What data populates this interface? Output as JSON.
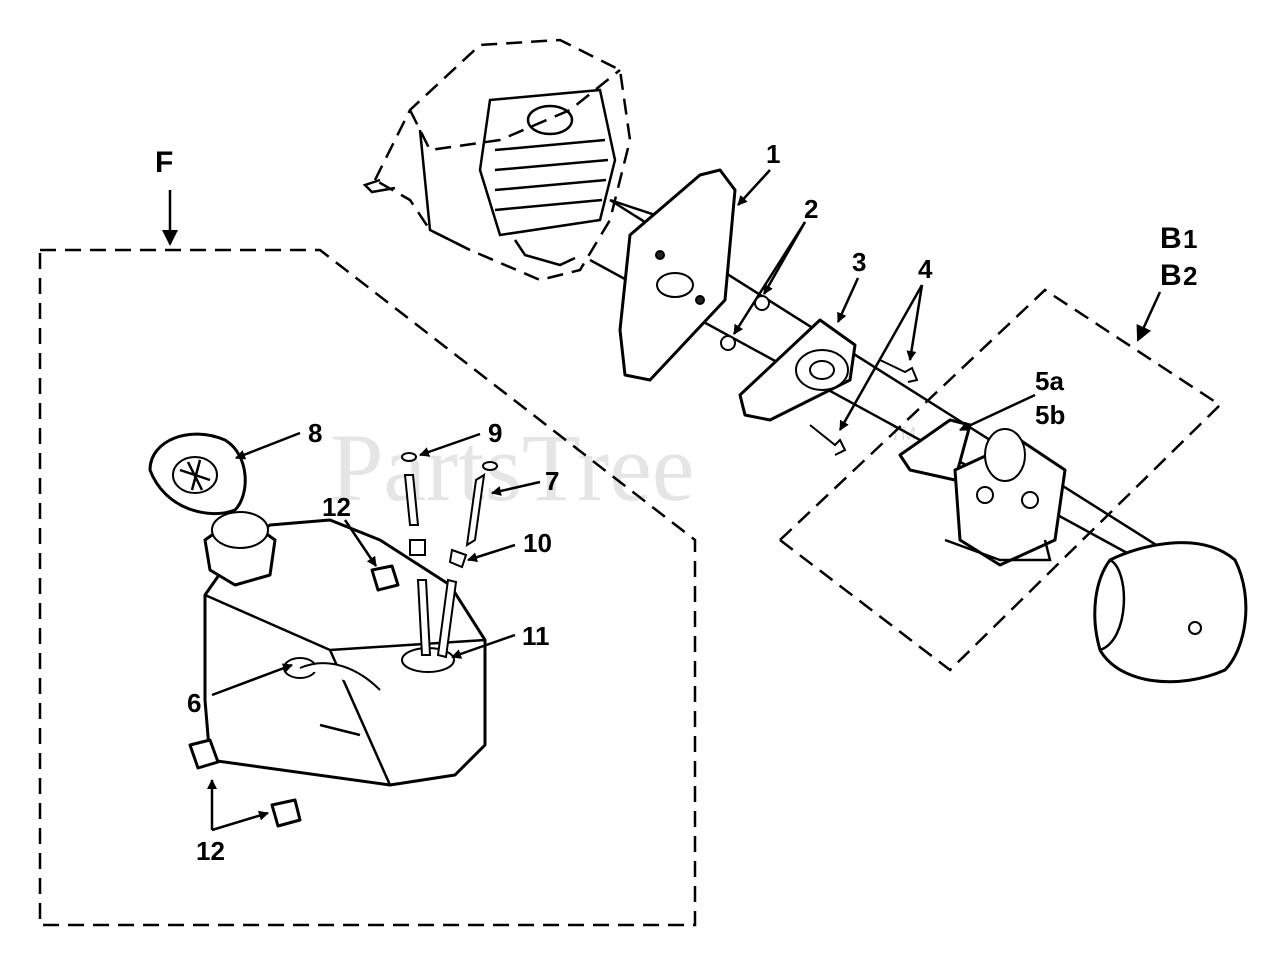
{
  "watermark": "PartsTree",
  "watermark_tm": "TM",
  "labels": {
    "F": "F",
    "B1_letter": "B",
    "B1_digit": "1",
    "B2_letter": "B",
    "B2_digit": "2",
    "p1": "1",
    "p2": "2",
    "p3": "3",
    "p4": "4",
    "p5a": "5a",
    "p5b": "5b",
    "p6": "6",
    "p7": "7",
    "p8": "8",
    "p9": "9",
    "p10": "10",
    "p11": "11",
    "p12a": "12",
    "p12b": "12"
  }
}
